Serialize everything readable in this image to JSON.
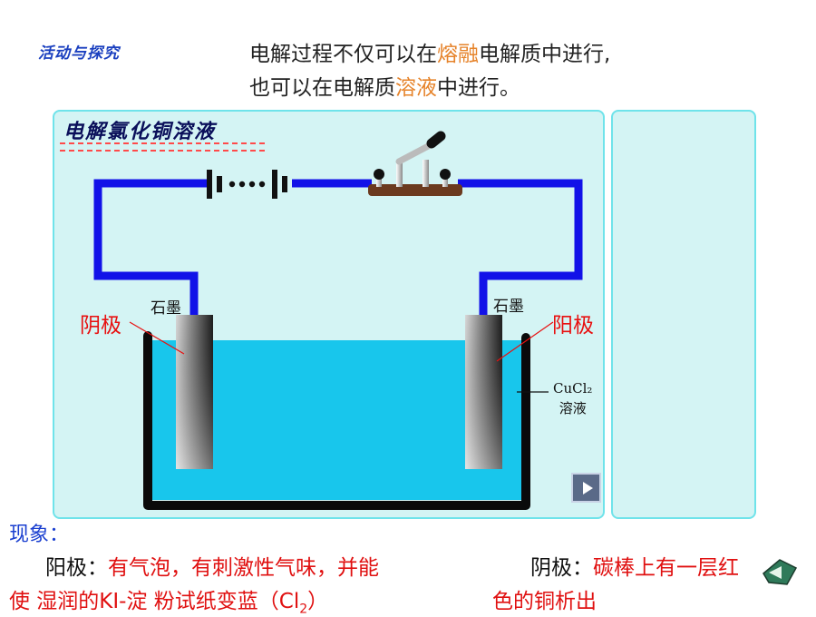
{
  "activity_label": "活动与探究",
  "intro": {
    "line1_pre": "电解过程不仅可以在",
    "line1_highlight": "熔融",
    "line1_post": "电解质中进行,",
    "line2_pre": "也可以在电解质",
    "line2_highlight": "溶液",
    "line2_post": "中进行。"
  },
  "demo": {
    "title": "电解氯化铜溶液",
    "graphite_left": "石墨",
    "graphite_right": "石墨",
    "pole_left": "阴极",
    "pole_right": "阳极",
    "solution_line1": "CuCl₂",
    "solution_line2": "溶液"
  },
  "observations": {
    "heading": "现象：",
    "left_label": "阳极：",
    "left_text_1": "有气泡，有刺激性气味，并能",
    "left_text_2": "使 湿润的KI-淀 粉试纸变蓝（Cl",
    "left_sub": "2",
    "left_close": "）",
    "right_label": "阴极：",
    "right_text_1": "碳棒上有一层红",
    "right_text_2": "色的铜析出"
  },
  "colors": {
    "wire": "#1212e8",
    "solution": "#18c6ec",
    "panel": "#d4f4f4",
    "panel_border": "#6fe3ea",
    "pole_text": "#e81010",
    "highlight": "#e6832a"
  }
}
